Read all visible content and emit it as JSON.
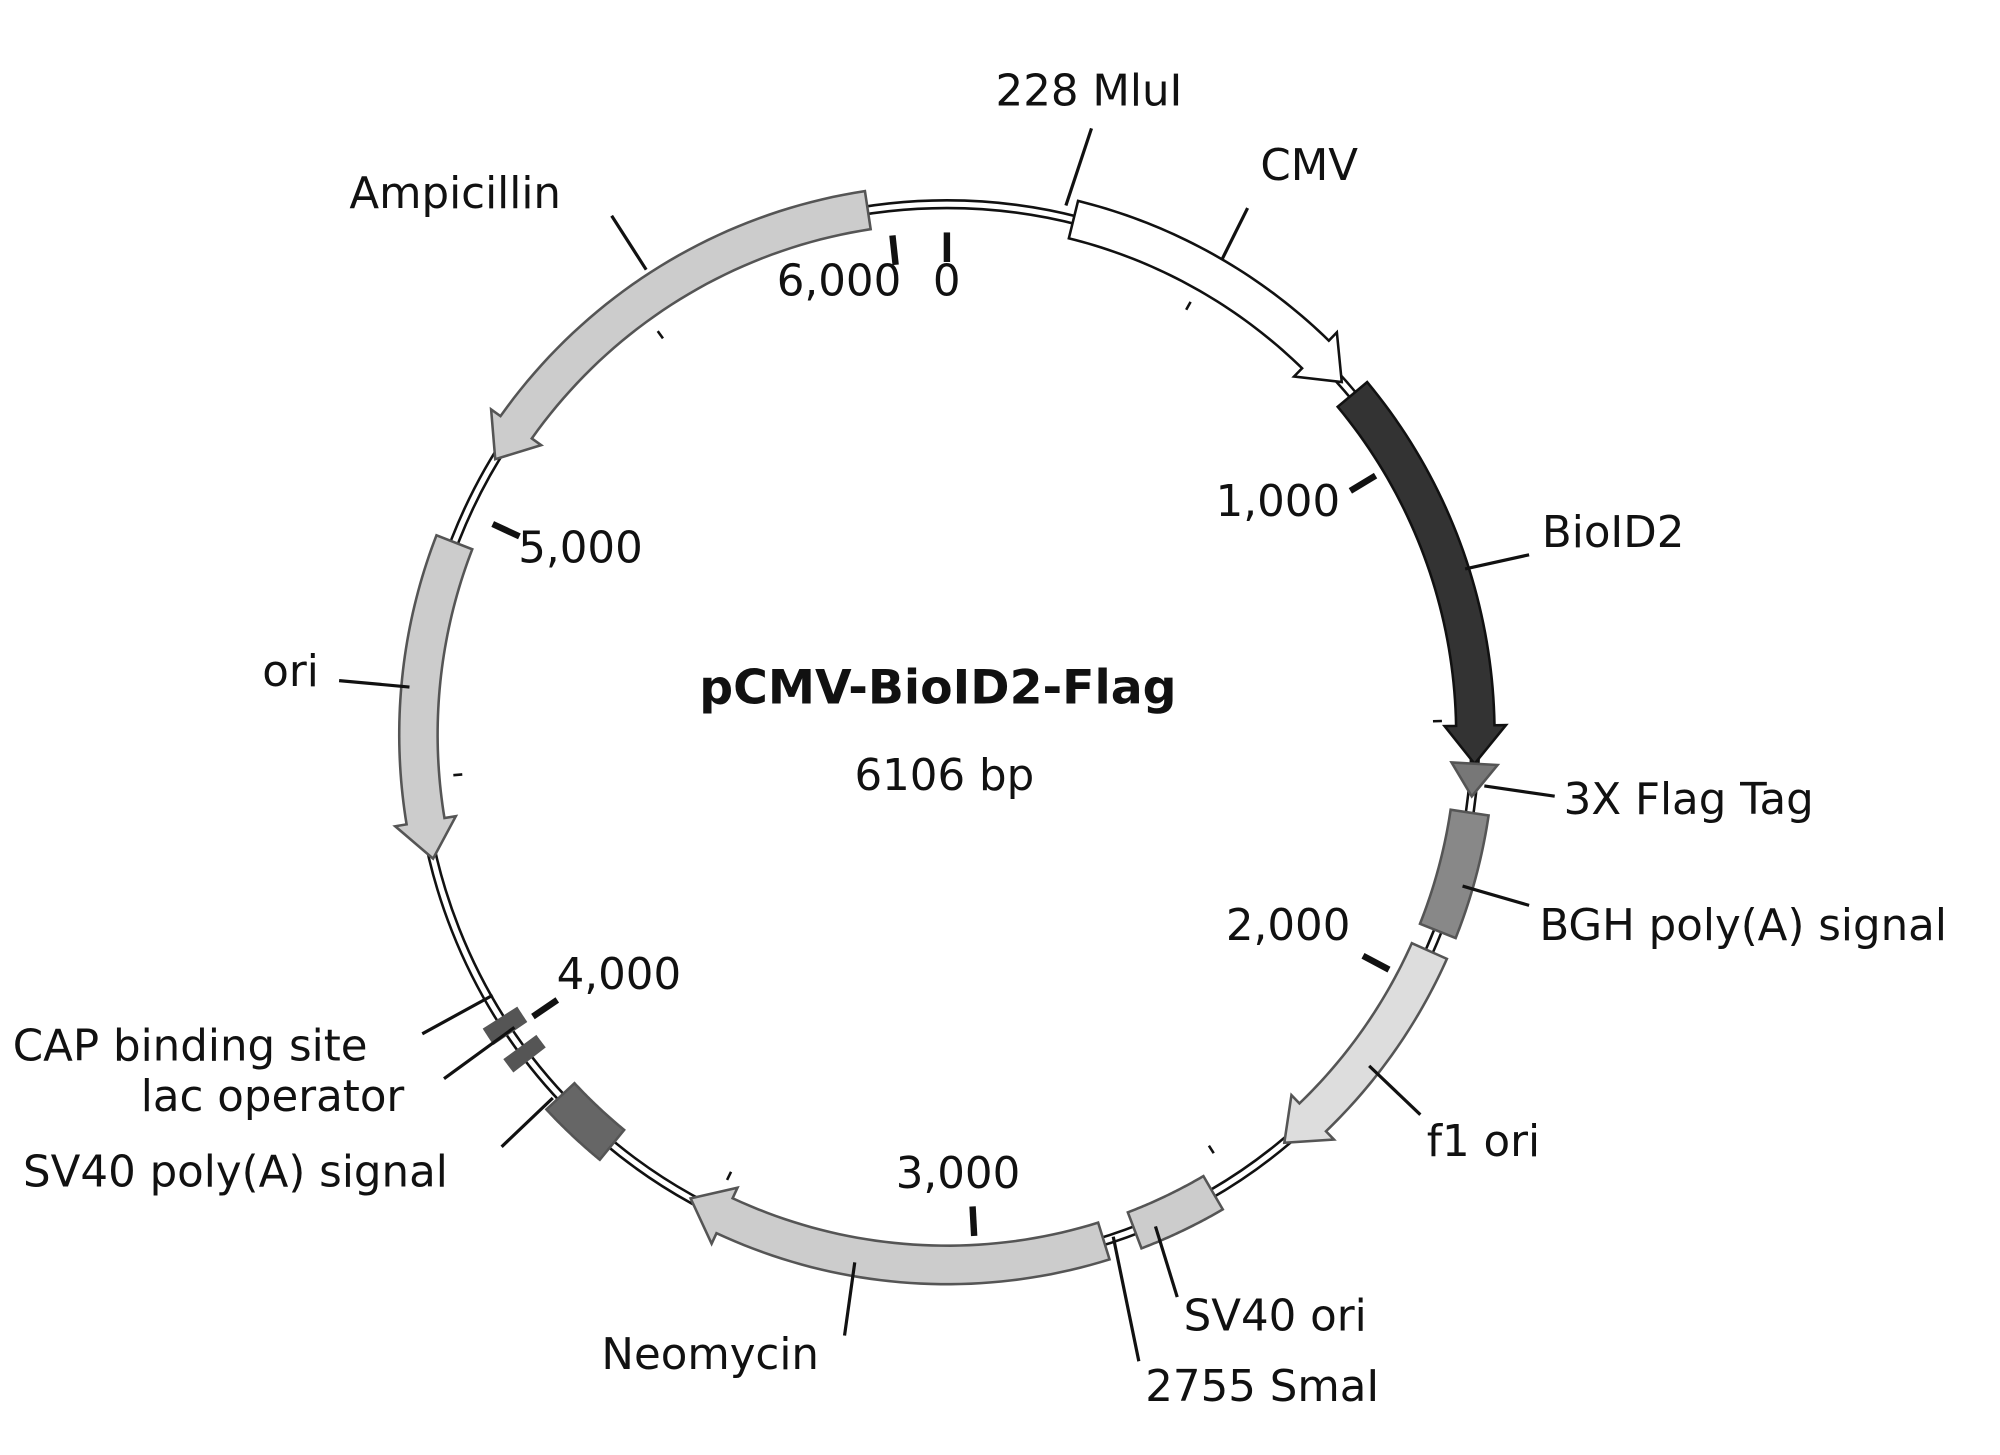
{
  "plasmid": {
    "name": "pCMV-BioID2-Flag",
    "size_label": "6106 bp",
    "length": 6106
  },
  "ticks": [
    {
      "bp": 0,
      "label": "0"
    },
    {
      "bp": 1000,
      "label": "1,000"
    },
    {
      "bp": 2000,
      "label": "2,000"
    },
    {
      "bp": 3000,
      "label": "3,000"
    },
    {
      "bp": 4000,
      "label": "4,000"
    },
    {
      "bp": 5000,
      "label": "5,000"
    },
    {
      "bp": 6000,
      "label": "6,000"
    }
  ],
  "minor_ticks": [
    500,
    1500,
    2500,
    3500,
    4500,
    5500
  ],
  "features": [
    {
      "name": "CMV",
      "start": 235,
      "end": 820,
      "dir": 1,
      "color": "#ffffff"
    },
    {
      "name": "BioID2",
      "start": 850,
      "end": 1580,
      "dir": 1,
      "color": "#333333"
    },
    {
      "name": "3X Flag Tag",
      "start": 1580,
      "end": 1640,
      "dir": 1,
      "color": "#777777"
    },
    {
      "name": "BGH poly(A) signal",
      "start": 1670,
      "end": 1895,
      "dir": 0,
      "color": "#888888"
    },
    {
      "name": "f1 ori",
      "start": 1935,
      "end": 2380,
      "dir": 1,
      "color": "#dddddd"
    },
    {
      "name": "SV40 ori",
      "start": 2540,
      "end": 2700,
      "dir": 0,
      "color": "#cccccc"
    },
    {
      "name": "Neomycin",
      "start": 2760,
      "end": 3545,
      "dir": 1,
      "color": "#cccccc"
    },
    {
      "name": "SV40 poly(A) signal",
      "start": 3720,
      "end": 3850,
      "dir": 0,
      "color": "#666666"
    },
    {
      "name": "lac operator",
      "start": 3940,
      "end": 3965,
      "dir": 0,
      "color": "#555555"
    },
    {
      "name": "CAP binding site",
      "start": 4000,
      "end": 4030,
      "dir": 0,
      "color": "#555555"
    },
    {
      "name": "ori",
      "start": 4350,
      "end": 4940,
      "dir": -1,
      "color": "#cccccc"
    },
    {
      "name": "Ampicillin",
      "start": 5110,
      "end": 5960,
      "dir": -1,
      "color": "#cccccc"
    }
  ],
  "sites": [
    {
      "label": "228 MluI",
      "bp": 228
    },
    {
      "label": "2755 SmaI",
      "bp": 2755
    }
  ]
}
